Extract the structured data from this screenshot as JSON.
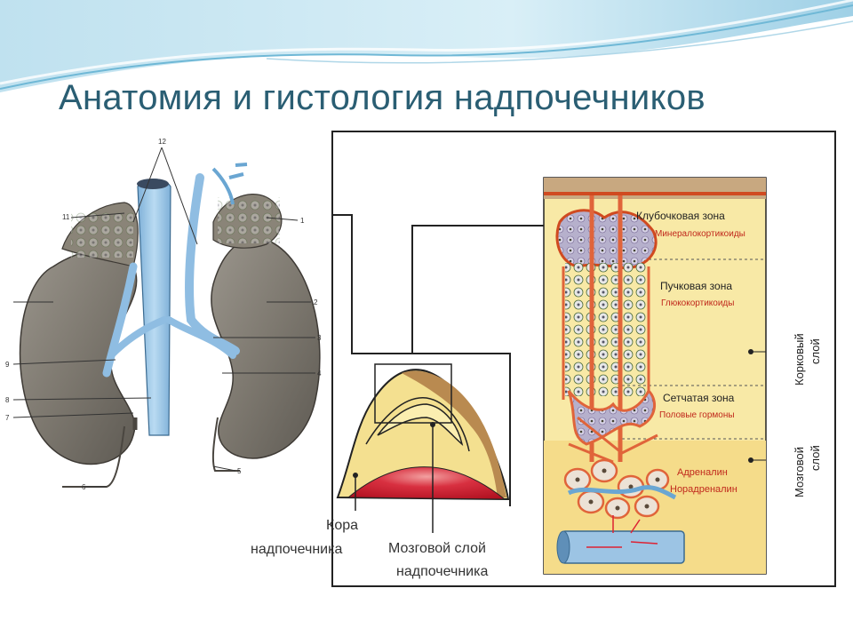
{
  "title": "Анатомия и гистология надпочечников",
  "kidney_numbers": [
    "12",
    "11",
    "1",
    "2",
    "3",
    "4",
    "5",
    "6",
    "7",
    "8",
    "9"
  ],
  "labels": {
    "cortex_line1": "Кора",
    "cortex_line2": "надпочечника",
    "medulla_line1": "Мозговой слой",
    "medulla_line2": "надпочечника"
  },
  "zones": {
    "glomerular": "Клубочковая зона",
    "glomerular_hormone": "Минералокортикоиды",
    "fascicular": "Пучковая зона",
    "fascicular_hormone": "Глюкокортикоиды",
    "reticular": "Сетчатая зона",
    "reticular_hormone": "Половые гормоны",
    "medulla_hormone1": "Адреналин",
    "medulla_hormone2": "Норадреналин"
  },
  "layers": {
    "cortical_line1": "Корковый",
    "cortical_line2": "слой",
    "medullary_line1": "Мозговой",
    "medullary_line2": "слой"
  },
  "colors": {
    "title": "#2a5e73",
    "hormone_text": "#c0281c",
    "vessel": "#e0643a",
    "cortex_yellow": "#f7e8a8",
    "medulla_red": "#c82030",
    "vein_blue": "#9cc4e4"
  }
}
